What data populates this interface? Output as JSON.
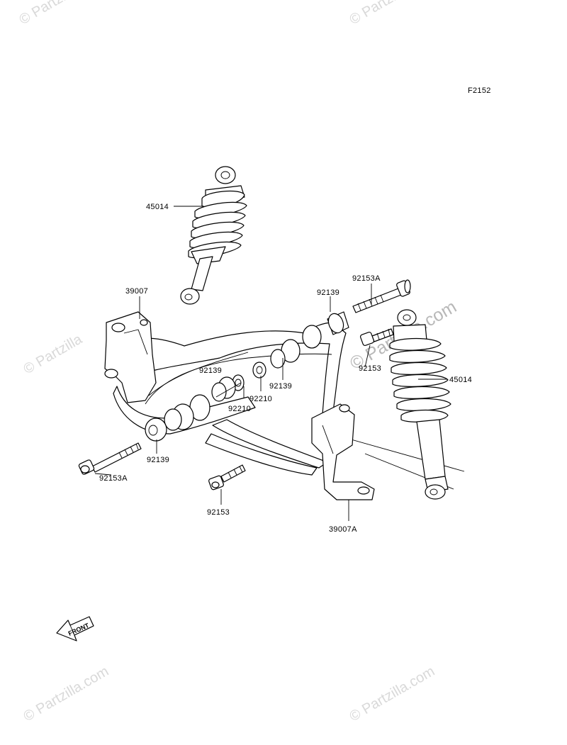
{
  "diagram": {
    "figure_code": "F2152",
    "parts": {
      "shock_upper": "45014",
      "shock_right": "45014",
      "bracket_left": "39007",
      "bracket_right": "39007A",
      "bolt_long_top": "92153A",
      "bolt_long_left": "92153A",
      "bolt_short_right": "92153",
      "bolt_short_bottom": "92153",
      "bushing_right_top": "92139",
      "bushing_mid_a": "92139",
      "bushing_mid_b": "92139",
      "bushing_left": "92139",
      "collar_a": "92210",
      "collar_b": "92210"
    },
    "front_arrow": "FRONT"
  },
  "watermarks": {
    "brand": "Partzilla",
    "center": "Partzilla.com",
    "corner": "Partzilla.com"
  }
}
